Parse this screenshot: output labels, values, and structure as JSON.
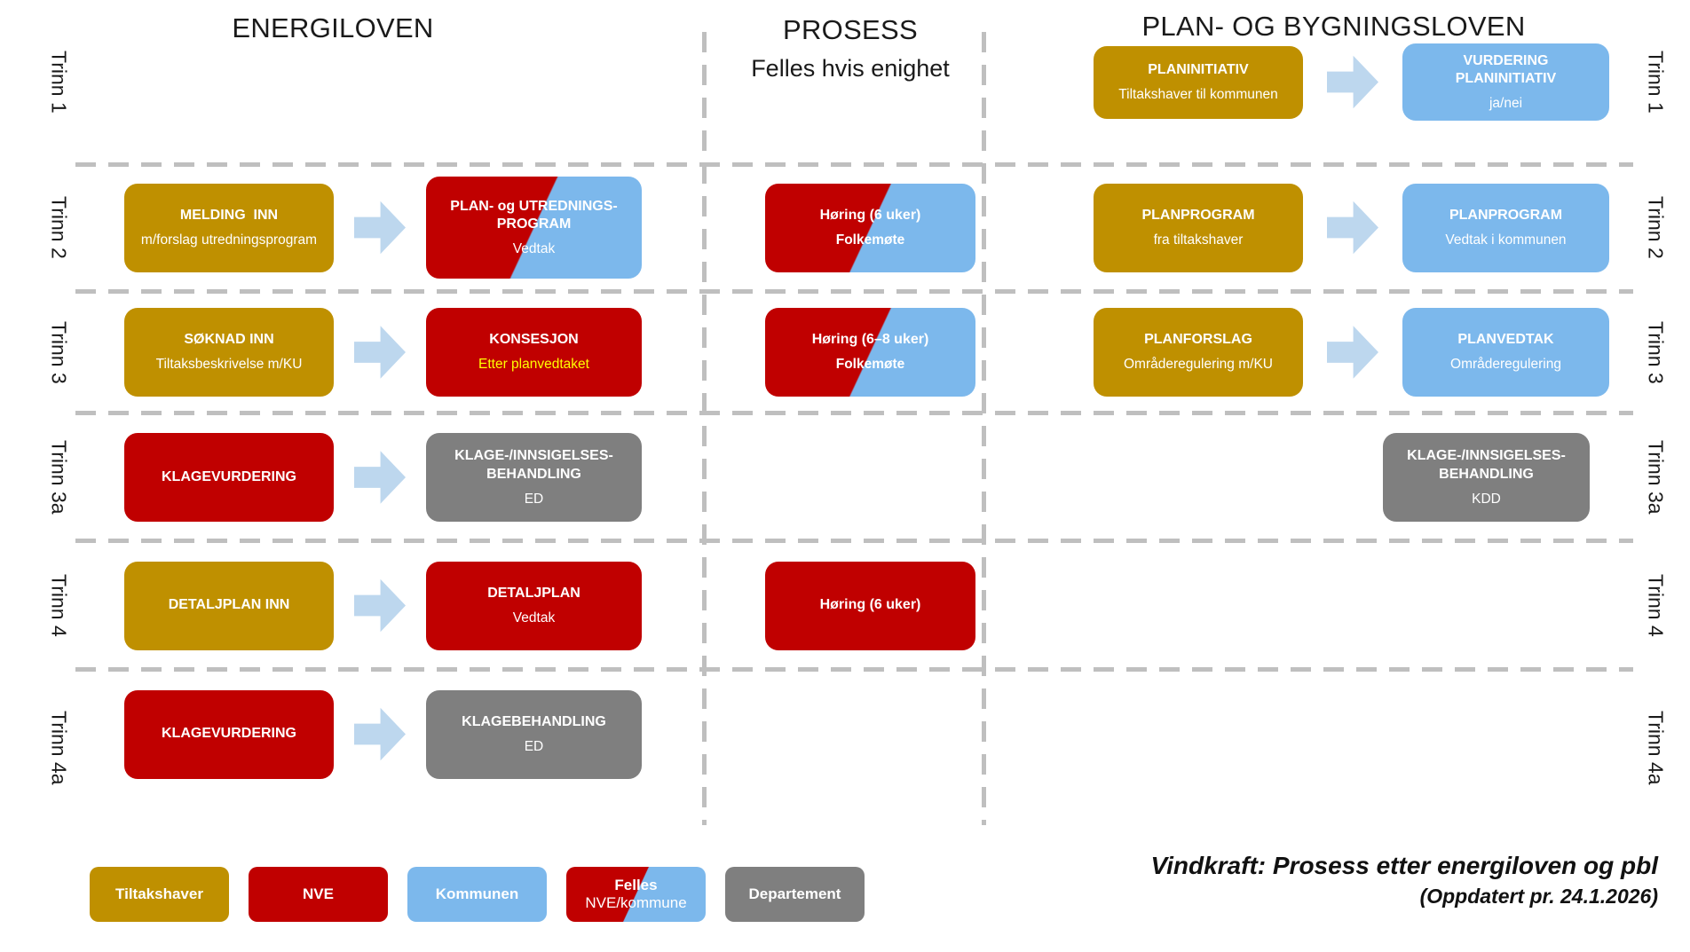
{
  "headers": {
    "col1": "ENERGILOVEN",
    "col2": "PROSESS",
    "col2_sub": "Felles hvis enighet",
    "col3": "PLAN- OG BYGNINGSLOVEN"
  },
  "rows": [
    {
      "label": "Trinn 1"
    },
    {
      "label": "Trinn 2"
    },
    {
      "label": "Trinn 3"
    },
    {
      "label": "Trinn 3a"
    },
    {
      "label": "Trinn 4"
    },
    {
      "label": "Trinn 4a"
    }
  ],
  "boxes": {
    "planinitiativ": {
      "title": "PLANINITIATIV",
      "sub": "Tiltakshaver til kommunen",
      "actor": "Tiltakshaver"
    },
    "vurdering_planinitiativ": {
      "title": "VURDERING\nPLANINITIATIV",
      "sub": "ja/nei",
      "actor": "Kommunen"
    },
    "melding_inn": {
      "title": "MELDING  INN",
      "sub": "m/forslag utredningsprogram",
      "actor": "Tiltakshaver"
    },
    "plan_utredningsprogram": {
      "title": "PLAN- og UTREDNINGS-\nPROGRAM",
      "sub": "Vedtak",
      "actor": "Felles NVE/kommune"
    },
    "horing_6uker_folkemote": {
      "title": "Høring (6 uker)",
      "sub": "Folkemøte",
      "actor": "Felles NVE/kommune"
    },
    "planprogram_fra": {
      "title": "PLANPROGRAM",
      "sub": "fra tiltakshaver",
      "actor": "Tiltakshaver"
    },
    "planprogram_vedtak": {
      "title": "PLANPROGRAM",
      "sub": "Vedtak i kommunen",
      "actor": "Kommunen"
    },
    "soknad_inn": {
      "title": "SØKNAD INN",
      "sub": "Tiltaksbeskrivelse m/KU",
      "actor": "Tiltakshaver"
    },
    "konsesjon": {
      "title": "KONSESJON",
      "sub": "Etter planvedtaket",
      "actor": "NVE"
    },
    "horing_68uker_folkemote": {
      "title": "Høring (6–8 uker)",
      "sub": "Folkemøte",
      "actor": "Felles NVE/kommune"
    },
    "planforslag": {
      "title": "PLANFORSLAG",
      "sub": "Områderegulering m/KU",
      "actor": "Tiltakshaver"
    },
    "planvedtak": {
      "title": "PLANVEDTAK",
      "sub": "Områderegulering",
      "actor": "Kommunen"
    },
    "klagevurdering_3a": {
      "title": "KLAGEVURDERING",
      "actor": "NVE"
    },
    "klage_innsigelses_ed": {
      "title": "KLAGE-/INNSIGELSES-\nBEHANDLING",
      "sub": "ED",
      "actor": "Departement"
    },
    "klage_innsigelses_kdd": {
      "title": "KLAGE-/INNSIGELSES-\nBEHANDLING",
      "sub": "KDD",
      "actor": "Departement"
    },
    "detaljplan_inn": {
      "title": "DETALJPLAN INN",
      "actor": "Tiltakshaver"
    },
    "detaljplan_vedtak": {
      "title": "DETALJPLAN",
      "sub": "Vedtak",
      "actor": "NVE"
    },
    "horing_6uker": {
      "title": "Høring (6 uker)",
      "actor": "NVE"
    },
    "klagevurdering_4a": {
      "title": "KLAGEVURDERING",
      "actor": "NVE"
    },
    "klagebehandling_ed": {
      "title": "KLAGEBEHANDLING",
      "sub": "ED",
      "actor": "Departement"
    }
  },
  "legend": {
    "items": [
      {
        "label": "Tiltakshaver",
        "color": "#BF9000"
      },
      {
        "label": "NVE",
        "color": "#C00000"
      },
      {
        "label": "Kommunen",
        "color": "#7CB8EC"
      },
      {
        "label": "Felles",
        "sub": "NVE/kommune",
        "color": "#C00000/#7CB8EC"
      },
      {
        "label": "Departement",
        "color": "#7F7F7F"
      }
    ]
  },
  "caption": {
    "title": "Vindkraft: Prosess etter energiloven og pbl",
    "updated": "(Oppdatert pr. 24.1.2026)"
  },
  "colors": {
    "gold": "#BF9000",
    "red": "#C00000",
    "blue": "#7CB8EC",
    "gray": "#7F7F7F",
    "arrow": "#BDD7EE",
    "dashed_line": "#BFBFBF",
    "highlight_text": "#FFFF00"
  }
}
